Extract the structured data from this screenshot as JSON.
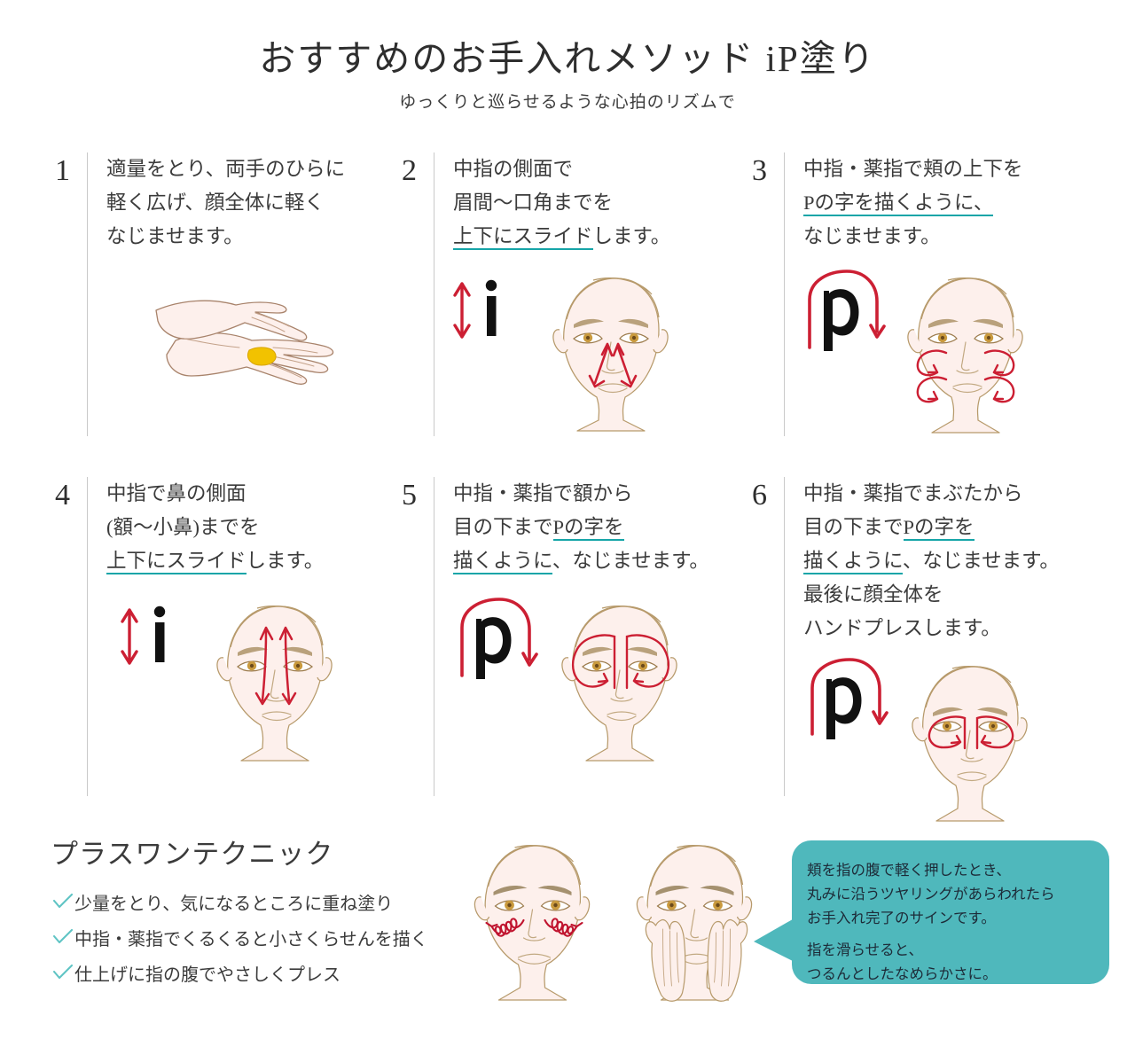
{
  "header": {
    "title": "おすすめのお手入れメソッド iP塗り",
    "subtitle": "ゆっくりと巡らせるような心拍のリズムで"
  },
  "colors": {
    "teal_underline": "#16a5a8",
    "bubble_teal": "#4fb8bc",
    "check_teal": "#5fc4c4",
    "arrow_red": "#cc1f33",
    "skin_fill": "#fdf0ec",
    "skin_line": "#b79a6b",
    "drop_yellow": "#f2c200",
    "text": "#3b3b3b",
    "rule": "#c9c9c9"
  },
  "steps": [
    {
      "number": "1",
      "lines": [
        [
          {
            "t": "適量をとり、両手のひらに",
            "u": false
          }
        ],
        [
          {
            "t": "軽く広げ、顔全体に軽く",
            "u": false
          }
        ],
        [
          {
            "t": "なじませます。",
            "u": false
          }
        ]
      ],
      "illustration": "two-palms-with-drop"
    },
    {
      "number": "2",
      "lines": [
        [
          {
            "t": "中指の側面で",
            "u": false
          }
        ],
        [
          {
            "t": "眉間〜口角までを",
            "u": false
          }
        ],
        [
          {
            "t": "上下にスライド",
            "u": true
          },
          {
            "t": "します。",
            "u": false
          }
        ]
      ],
      "illustration": "i-icon-face-nose-to-mouth-arrows"
    },
    {
      "number": "3",
      "lines": [
        [
          {
            "t": "中指・薬指で頬の上下を",
            "u": false
          }
        ],
        [
          {
            "t": "Pの字を描くように、",
            "u": true
          }
        ],
        [
          {
            "t": "なじませます。",
            "u": false
          }
        ]
      ],
      "illustration": "p-icon-face-cheek-loops"
    },
    {
      "number": "4",
      "lines": [
        [
          {
            "t": "中指で鼻の側面",
            "u": false
          }
        ],
        [
          {
            "t": "(額〜小鼻)までを",
            "u": false
          }
        ],
        [
          {
            "t": "上下にスライド",
            "u": true
          },
          {
            "t": "します。",
            "u": false
          }
        ]
      ],
      "illustration": "i-icon-face-forehead-nose-arrows"
    },
    {
      "number": "5",
      "lines": [
        [
          {
            "t": "中指・薬指で額から",
            "u": false
          }
        ],
        [
          {
            "t": "目の下まで",
            "u": false
          },
          {
            "t": "Pの字を",
            "u": true
          }
        ],
        [
          {
            "t": "描くように",
            "u": true
          },
          {
            "t": "、なじませます。",
            "u": false
          }
        ]
      ],
      "illustration": "p-icon-face-forehead-eye-loops"
    },
    {
      "number": "6",
      "lines": [
        [
          {
            "t": "中指・薬指でまぶたから",
            "u": false
          }
        ],
        [
          {
            "t": "目の下まで",
            "u": false
          },
          {
            "t": "Pの字を",
            "u": true
          }
        ],
        [
          {
            "t": "描くように",
            "u": true
          },
          {
            "t": "、なじませます。",
            "u": false
          }
        ],
        [
          {
            "t": "最後に顔全体を",
            "u": false
          }
        ],
        [
          {
            "t": "ハンドプレスします。",
            "u": false
          }
        ]
      ],
      "illustration": "p-icon-face-eyelid-loops"
    }
  ],
  "plus_one": {
    "title": "プラスワンテクニック",
    "items": [
      "少量をとり、気になるところに重ね塗り",
      "中指・薬指でくるくると小さくらせんを描く",
      "仕上げに指の腹でやさしくプレス"
    ],
    "illustration_left": "face-with-spiral-loops-on-cheeks",
    "illustration_right": "face-with-both-hands-pressing-cheeks"
  },
  "bubble": {
    "paragraph_1": [
      "頬を指の腹で軽く押したとき、",
      "丸みに沿うツヤリングがあらわれたら",
      "お手入れ完了のサインです。"
    ],
    "paragraph_2": [
      "指を滑らせると、",
      "つるんとしたなめらかさに。"
    ]
  }
}
